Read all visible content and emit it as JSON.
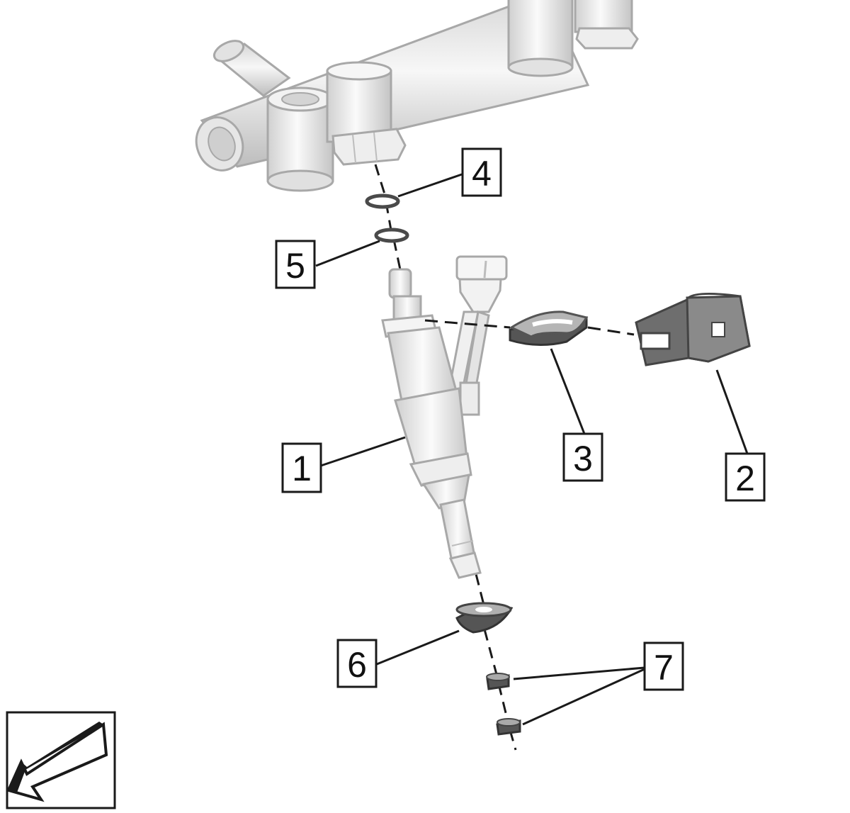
{
  "diagram": {
    "callouts": [
      {
        "id": "1",
        "label": "1"
      },
      {
        "id": "2",
        "label": "2"
      },
      {
        "id": "3",
        "label": "3"
      },
      {
        "id": "4",
        "label": "4"
      },
      {
        "id": "5",
        "label": "5"
      },
      {
        "id": "6",
        "label": "6"
      },
      {
        "id": "7",
        "label": "7"
      }
    ],
    "colors": {
      "line": "#1a1a1a",
      "part_fill": "#ececec",
      "part_stroke": "#a8a8a8",
      "dark_part": "#4a4a4a",
      "clip_fill": "#7a7a7a",
      "arrow_fill": "#ffffff"
    }
  }
}
